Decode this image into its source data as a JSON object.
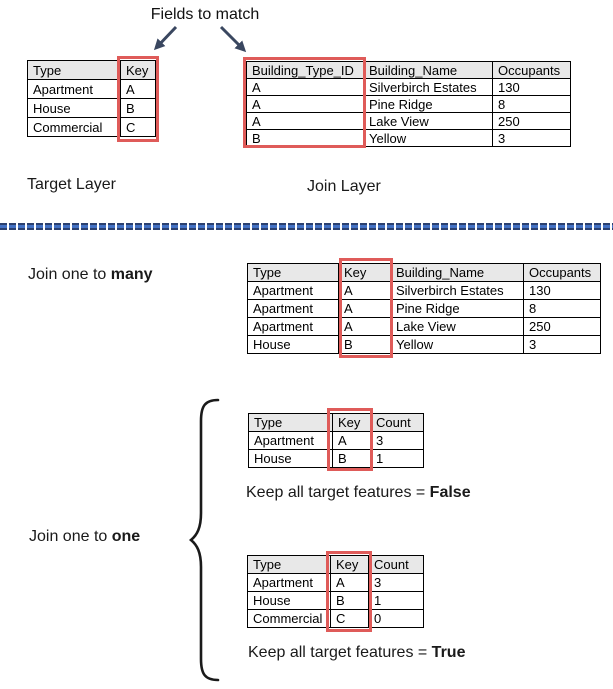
{
  "title": "Fields to match",
  "colors": {
    "highlight_red": "#DF5B59",
    "divider_blue": "#4472C4",
    "divider_dark_blue": "#2B4170",
    "arrow_dark": "#3A4760",
    "table_header_bg": "#E8E8E8",
    "table_border": "#000000"
  },
  "top_section": {
    "target_table": {
      "headers": [
        "Type",
        "Key"
      ],
      "rows": [
        [
          "Apartment",
          "A"
        ],
        [
          "House",
          "B"
        ],
        [
          "Commercial",
          "C"
        ]
      ],
      "caption": "Target Layer"
    },
    "join_table": {
      "headers": [
        "Building_Type_ID",
        "Building_Name",
        "Occupants"
      ],
      "rows": [
        [
          "A",
          "Silverbirch Estates",
          "130"
        ],
        [
          "A",
          "Pine Ridge",
          "8"
        ],
        [
          "A",
          "Lake View",
          "250"
        ],
        [
          "B",
          "Yellow",
          "3"
        ]
      ],
      "caption": "Join Layer"
    }
  },
  "one_to_many": {
    "label_prefix": "Join one to ",
    "label_bold": "many",
    "table": {
      "headers": [
        "Type",
        "Key",
        "Building_Name",
        "Occupants"
      ],
      "rows": [
        [
          "Apartment",
          "A",
          "Silverbirch Estates",
          "130"
        ],
        [
          "Apartment",
          "A",
          "Pine Ridge",
          "8"
        ],
        [
          "Apartment",
          "A",
          "Lake View",
          "250"
        ],
        [
          "House",
          "B",
          "Yellow",
          "3"
        ]
      ]
    }
  },
  "one_to_one": {
    "label_prefix": "Join one to ",
    "label_bold": "one",
    "false_table": {
      "headers": [
        "Type",
        "Key",
        "Count"
      ],
      "rows": [
        [
          "Apartment",
          "A",
          "3"
        ],
        [
          "House",
          "B",
          "1"
        ]
      ]
    },
    "false_caption_prefix": "Keep all target features = ",
    "false_caption_bold": "False",
    "true_table": {
      "headers": [
        "Type",
        "Key",
        "Count"
      ],
      "rows": [
        [
          "Apartment",
          "A",
          "3"
        ],
        [
          "House",
          "B",
          "1"
        ],
        [
          "Commercial",
          "C",
          "0"
        ]
      ]
    },
    "true_caption_prefix": "Keep all target features = ",
    "true_caption_bold": "True"
  }
}
